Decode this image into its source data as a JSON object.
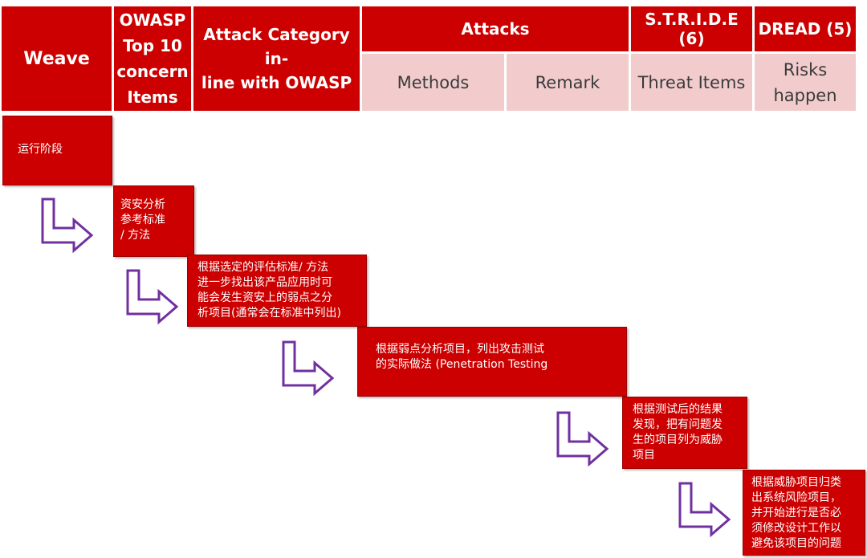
{
  "header": {
    "weave": "Weave",
    "owasp_top10": "OWASP\nTop 10\nconcern\nItems",
    "attack_category": "Attack Category in-\nline with OWASP",
    "attacks": "Attacks",
    "stride": "S.T.R.I.D.E (6)",
    "dread": "DREAD (5)",
    "methods": "Methods",
    "remark": "Remark",
    "threat_items": "Threat Items",
    "risks_happen": "Risks\nhappen"
  },
  "steps": [
    "运行阶段",
    "资安分析\n参考标准\n/ 方法",
    "根据选定的评估标准/ 方法\n进一步找出该产品应用时可\n能会发生资安上的弱点之分\n析项目(通常会在标准中列出)",
    "根据弱点分析项目，列出攻击测试\n的实际做法 (Penetration Testing",
    "根据测试后的结果\n发现，把有问题发\n生的项目列为威胁\n项目",
    "根据威胁项目归类\n出系统风险项目，\n并开始进行是否必\n须修改设计工作以\n避免该项目的问题"
  ],
  "colors": {
    "header_red": "#cc0000",
    "sub_header_pink": "#f2cccd",
    "arrow_purple": "#7030a0"
  },
  "icons": [
    "l-turn-arrow-icon"
  ]
}
